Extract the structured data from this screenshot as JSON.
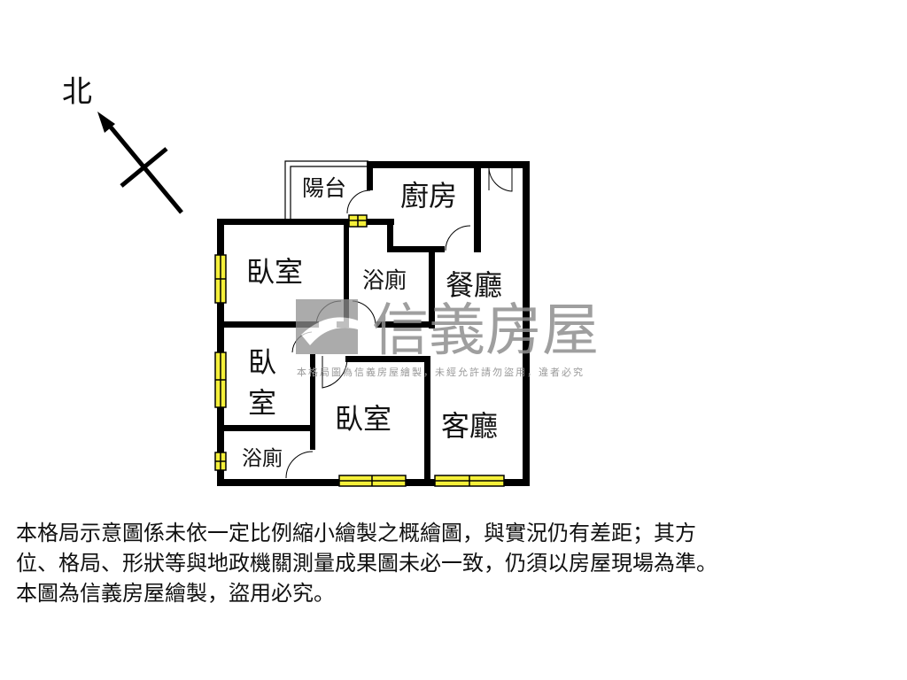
{
  "compass": {
    "label": "北"
  },
  "rooms": {
    "balcony": "陽台",
    "kitchen": "廚房",
    "bedroom_1": "臥室",
    "bathroom_1": "浴廁",
    "dining": "餐廳",
    "bedroom_2_line1": "臥",
    "bedroom_2_line2": "室",
    "bedroom_3": "臥室",
    "living": "客廳",
    "bathroom_2": "浴廁"
  },
  "watermark": {
    "brand": "信義房屋",
    "notice": "本格局圖為信義房屋繪製，未經允許請勿盜用，違者必究"
  },
  "colors": {
    "wall": "#000000",
    "window": "#f5f03a",
    "watermark": "#8f8f8f"
  },
  "disclaimer": {
    "lines": [
      "本格局示意圖係未依一定比例縮小繪製之概繪圖，與實況仍有差距；其方",
      "位、格局、形狀等與地政機關測量成果圖未必一致，仍須以房屋現場為準。",
      "本圖為信義房屋繪製，盜用必究。"
    ]
  }
}
